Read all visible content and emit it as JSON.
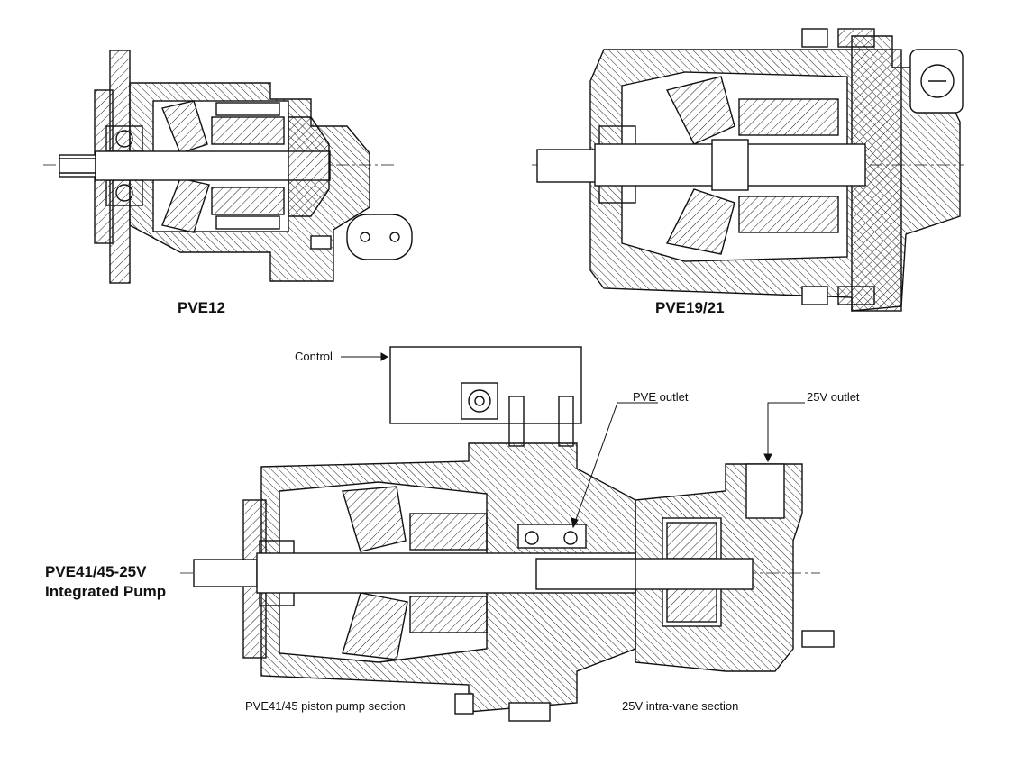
{
  "drawings": {
    "pve12": {
      "caption": "PVE12"
    },
    "pve19_21": {
      "caption": "PVE19/21"
    },
    "pve41_45": {
      "name_line1": "PVE41/45-25V",
      "name_line2": "Integrated Pump",
      "callouts": {
        "control": "Control",
        "pve_outlet": "PVE outlet",
        "v25_outlet": "25V outlet"
      },
      "sections": {
        "piston": "PVE41/45 piston pump section",
        "vane": "25V intra-vane section"
      }
    }
  },
  "colors": {
    "line": "#111111",
    "background": "#ffffff"
  }
}
